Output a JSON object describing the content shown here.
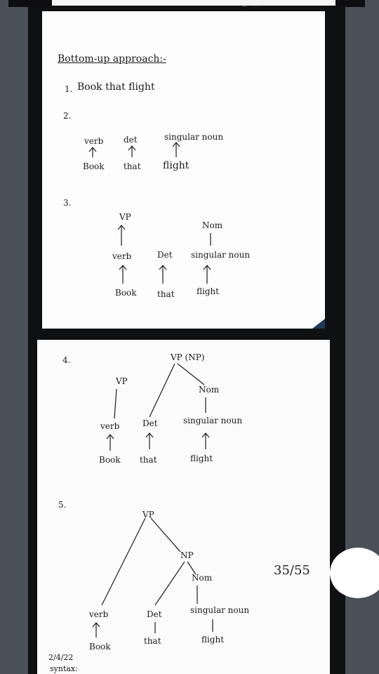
{
  "top_fragment": "flight",
  "page1": {
    "heading": "Bottom-up approach:-",
    "step1": {
      "num": "1.",
      "text": "Book that flight"
    },
    "step2": {
      "num": "2.",
      "labels": [
        "verb",
        "det",
        "singular noun"
      ],
      "words": [
        "Book",
        "that",
        "flight"
      ]
    },
    "step3": {
      "num": "3.",
      "top": [
        "VP",
        "Nom"
      ],
      "labels": [
        "verb",
        "Det",
        "singular noun"
      ],
      "words": [
        "Book",
        "that",
        "flight"
      ]
    }
  },
  "page2": {
    "step4": {
      "num": "4.",
      "top": "VP (NP)",
      "mid": [
        "VP",
        "Nom"
      ],
      "labels": [
        "verb",
        "Det",
        "singular noun"
      ],
      "words": [
        "Book",
        "that",
        "flight"
      ]
    },
    "step5": {
      "num": "5.",
      "top": "VP",
      "np": "NP",
      "nom": "Nom",
      "labels": [
        "verb",
        "Det",
        "singular noun"
      ],
      "words": [
        "Book",
        "that",
        "flight"
      ]
    },
    "footer": [
      "2/4/22",
      "syntax:"
    ]
  },
  "page_counter": "35/55"
}
